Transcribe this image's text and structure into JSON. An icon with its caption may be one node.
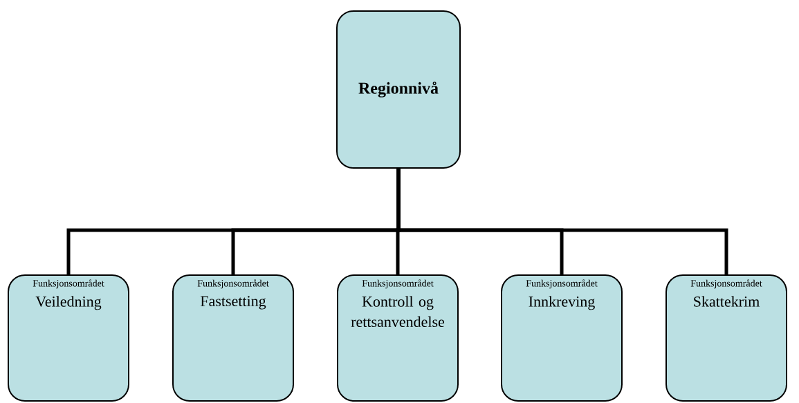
{
  "diagram": {
    "nodes": [
      {
        "text": [
          "Regionnivå"
        ]
      },
      {
        "text": [
          "Funksjonsområdet",
          "Veiledning"
        ]
      },
      {
        "text": [
          "Funksjonsområdet",
          "Fastsetting"
        ]
      },
      {
        "text": [
          "Funksjonsområdet",
          "Kontroll og rettsanvendelse"
        ]
      },
      {
        "text": [
          "Funksjonsområdet",
          "Innkreving"
        ]
      },
      {
        "text": [
          "Funksjonsområdet",
          "Skattekrim"
        ]
      }
    ],
    "edges": [
      {
        "from": 0,
        "to": 1,
        "arrow": "none"
      },
      {
        "from": 0,
        "to": 2,
        "arrow": "none"
      },
      {
        "from": 0,
        "to": 3,
        "arrow": "none"
      },
      {
        "from": 0,
        "to": 4,
        "arrow": "none"
      },
      {
        "from": 0,
        "to": 5,
        "arrow": "none"
      }
    ]
  }
}
